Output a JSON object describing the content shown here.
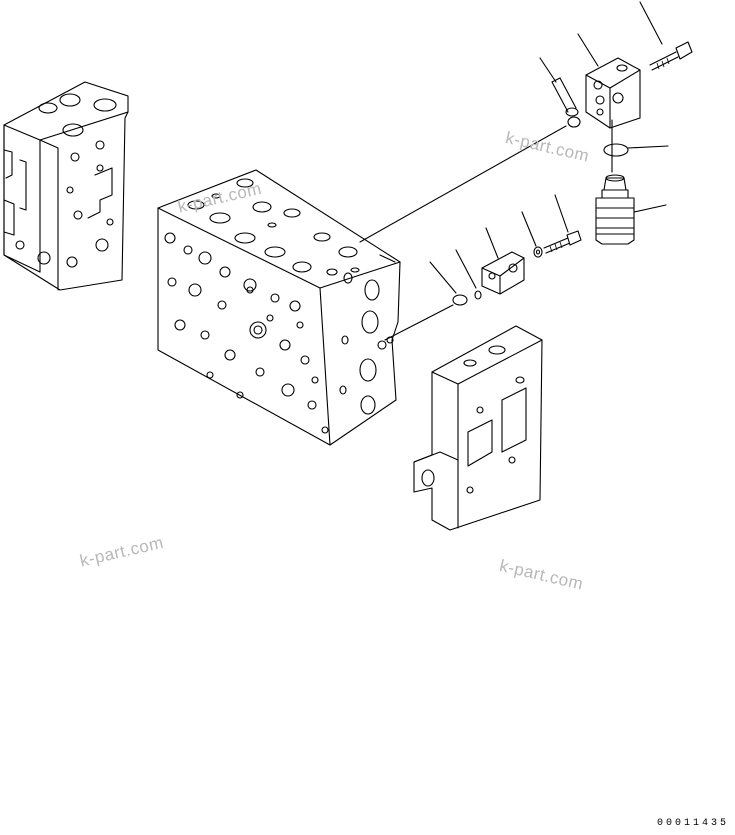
{
  "watermarks": [
    "k-part.com",
    "k-part.com",
    "k-part.com",
    "k-part.com"
  ],
  "drawing_code": "00011435",
  "colors": {
    "line": "#000000",
    "watermark": "#b8b8b8",
    "background": "#ffffff"
  }
}
